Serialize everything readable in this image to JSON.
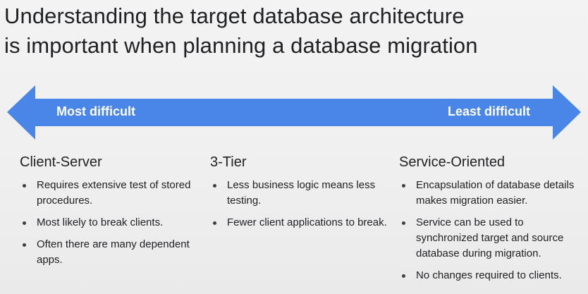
{
  "title": {
    "line1": "Understanding the target database architecture",
    "line2": "is important when planning a database migration"
  },
  "arrow": {
    "color": "#4a86e8",
    "left_label": "Most difficult",
    "right_label": "Least difficult"
  },
  "columns": [
    {
      "heading": "Client-Server",
      "bullets": [
        "Requires extensive test of stored procedures.",
        "Most likely to break clients.",
        "Often there are many dependent apps."
      ]
    },
    {
      "heading": "3-Tier",
      "bullets": [
        "Less business logic means less testing.",
        "Fewer client applications to break."
      ]
    },
    {
      "heading": "Service-Oriented",
      "bullets": [
        "Encapsulation of database details makes migration easier.",
        "Service can be used to synchronized target and source database during migration.",
        "No changes required to clients."
      ]
    }
  ]
}
